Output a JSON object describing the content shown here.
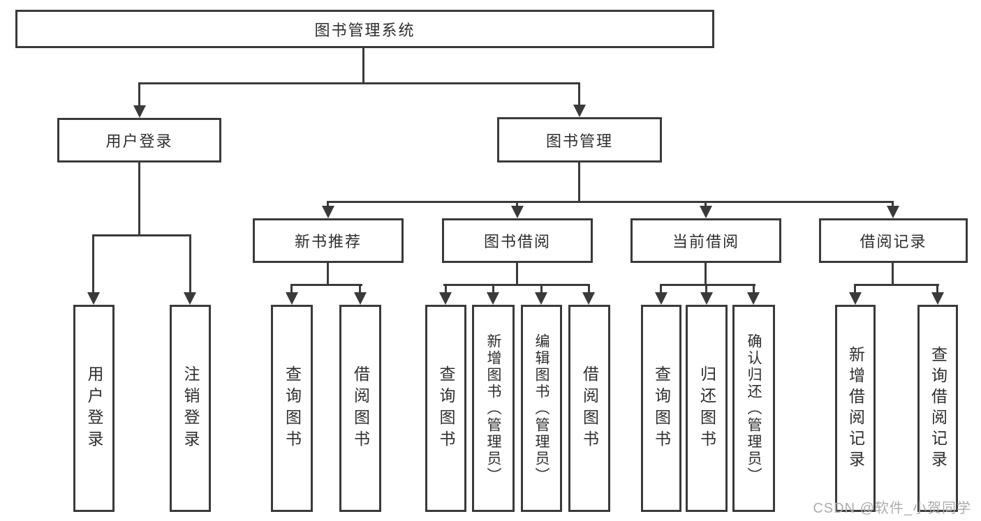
{
  "root": {
    "label": "图书管理系统"
  },
  "level2": [
    {
      "label": "用户登录"
    },
    {
      "label": "图书管理"
    }
  ],
  "level3": [
    {
      "label": "新书推荐"
    },
    {
      "label": "图书借阅"
    },
    {
      "label": "当前借阅"
    },
    {
      "label": "借阅记录"
    }
  ],
  "leaves": [
    {
      "label": "用户登录",
      "parent": "用户登录"
    },
    {
      "label": "注销登录",
      "parent": "用户登录"
    },
    {
      "label": "查询图书",
      "parent": "新书推荐"
    },
    {
      "label": "借阅图书",
      "parent": "新书推荐"
    },
    {
      "label": "查询图书",
      "parent": "图书借阅"
    },
    {
      "label": "新增图书（管理员）",
      "parent": "图书借阅"
    },
    {
      "label": "编辑图书（管理员）",
      "parent": "图书借阅"
    },
    {
      "label": "借阅图书",
      "parent": "图书借阅"
    },
    {
      "label": "查询图书",
      "parent": "当前借阅"
    },
    {
      "label": "归还图书",
      "parent": "当前借阅"
    },
    {
      "label": "确认归还（管理员）",
      "parent": "当前借阅"
    },
    {
      "label": "新增借阅记录",
      "parent": "借阅记录"
    },
    {
      "label": "查询借阅记录",
      "parent": "借阅记录"
    }
  ],
  "watermark": {
    "text": "CSDN @软件_小贺同学"
  },
  "colors": {
    "line": "#3a3a3a",
    "text": "#2e2e2e",
    "box_background": "#ffffff",
    "page_background": "#ffffff",
    "watermark": "#acacac"
  }
}
